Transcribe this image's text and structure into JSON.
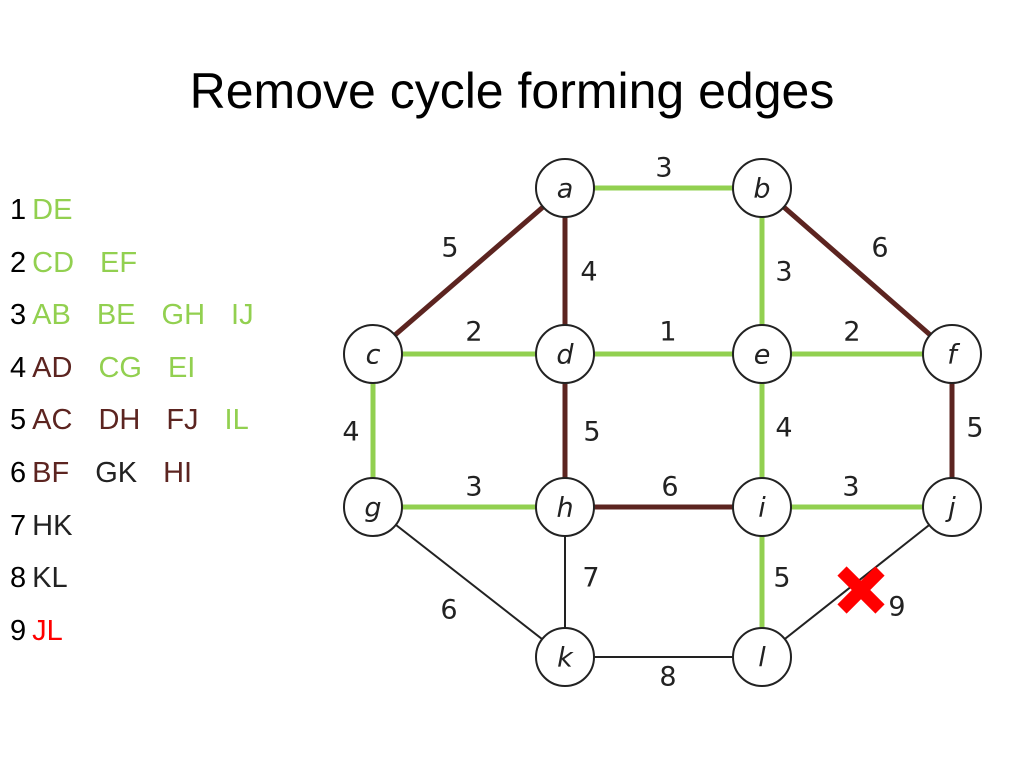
{
  "slide": {
    "title": "Remove cycle forming edges"
  },
  "colors": {
    "selected": "#92d050",
    "rejected": "#5c2420",
    "unprocessed": "#222222",
    "removed": "#ff0000"
  },
  "legend": [
    {
      "weight": "1",
      "edges": [
        {
          "name": "DE",
          "status": "selected"
        }
      ]
    },
    {
      "weight": "2",
      "edges": [
        {
          "name": "CD",
          "status": "selected"
        },
        {
          "name": "EF",
          "status": "selected"
        }
      ]
    },
    {
      "weight": "3",
      "edges": [
        {
          "name": "AB",
          "status": "selected"
        },
        {
          "name": "BE",
          "status": "selected"
        },
        {
          "name": "GH",
          "status": "selected"
        },
        {
          "name": "IJ",
          "status": "selected"
        }
      ]
    },
    {
      "weight": "4",
      "edges": [
        {
          "name": "AD",
          "status": "rejected"
        },
        {
          "name": "CG",
          "status": "selected"
        },
        {
          "name": "EI",
          "status": "selected"
        }
      ]
    },
    {
      "weight": "5",
      "edges": [
        {
          "name": "AC",
          "status": "rejected"
        },
        {
          "name": "DH",
          "status": "rejected"
        },
        {
          "name": "FJ",
          "status": "rejected"
        },
        {
          "name": "IL",
          "status": "selected"
        }
      ]
    },
    {
      "weight": "6",
      "edges": [
        {
          "name": "BF",
          "status": "rejected"
        },
        {
          "name": "GK",
          "status": "unprocessed"
        },
        {
          "name": "HI",
          "status": "rejected"
        }
      ]
    },
    {
      "weight": "7",
      "edges": [
        {
          "name": "HK",
          "status": "unprocessed"
        }
      ]
    },
    {
      "weight": "8",
      "edges": [
        {
          "name": "KL",
          "status": "unprocessed"
        }
      ]
    },
    {
      "weight": "9",
      "edges": [
        {
          "name": "JL",
          "status": "removed"
        }
      ]
    }
  ],
  "graph": {
    "nodes": [
      "a",
      "b",
      "c",
      "d",
      "e",
      "f",
      "g",
      "h",
      "i",
      "j",
      "k",
      "l"
    ],
    "edges": [
      {
        "from": "a",
        "to": "b",
        "weight": "3",
        "status": "selected"
      },
      {
        "from": "a",
        "to": "c",
        "weight": "5",
        "status": "rejected"
      },
      {
        "from": "a",
        "to": "d",
        "weight": "4",
        "status": "rejected"
      },
      {
        "from": "b",
        "to": "e",
        "weight": "3",
        "status": "selected"
      },
      {
        "from": "b",
        "to": "f",
        "weight": "6",
        "status": "rejected"
      },
      {
        "from": "c",
        "to": "d",
        "weight": "2",
        "status": "selected"
      },
      {
        "from": "d",
        "to": "e",
        "weight": "1",
        "status": "selected"
      },
      {
        "from": "e",
        "to": "f",
        "weight": "2",
        "status": "selected"
      },
      {
        "from": "c",
        "to": "g",
        "weight": "4",
        "status": "selected"
      },
      {
        "from": "d",
        "to": "h",
        "weight": "5",
        "status": "rejected"
      },
      {
        "from": "e",
        "to": "i",
        "weight": "4",
        "status": "selected"
      },
      {
        "from": "f",
        "to": "j",
        "weight": "5",
        "status": "rejected"
      },
      {
        "from": "g",
        "to": "h",
        "weight": "3",
        "status": "selected"
      },
      {
        "from": "h",
        "to": "i",
        "weight": "6",
        "status": "rejected"
      },
      {
        "from": "i",
        "to": "j",
        "weight": "3",
        "status": "selected"
      },
      {
        "from": "g",
        "to": "k",
        "weight": "6",
        "status": "unprocessed"
      },
      {
        "from": "h",
        "to": "k",
        "weight": "7",
        "status": "unprocessed"
      },
      {
        "from": "i",
        "to": "l",
        "weight": "5",
        "status": "selected"
      },
      {
        "from": "k",
        "to": "l",
        "weight": "8",
        "status": "unprocessed"
      },
      {
        "from": "j",
        "to": "l",
        "weight": "9",
        "status": "removed"
      }
    ],
    "removed_marker": "cross-mark-icon"
  }
}
